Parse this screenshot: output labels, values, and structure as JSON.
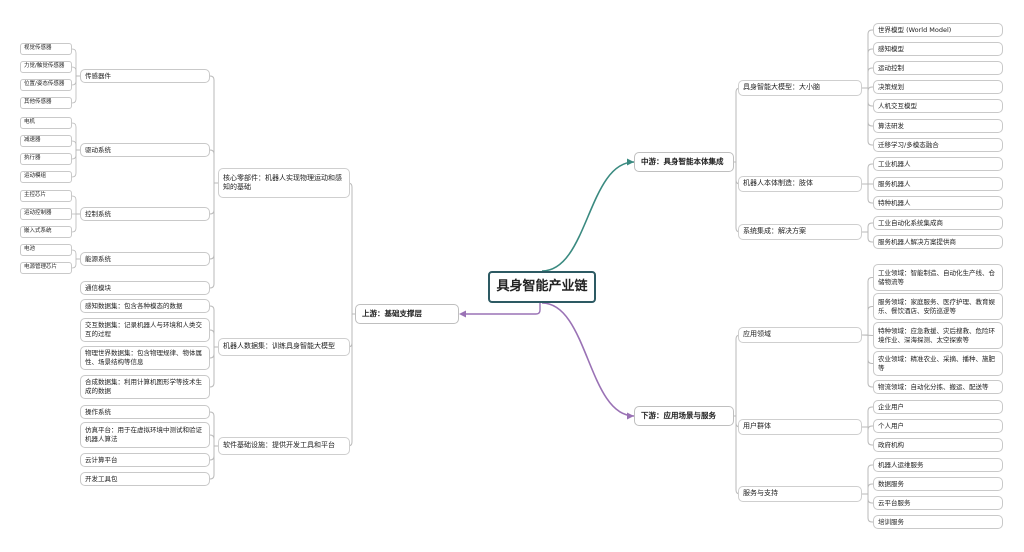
{
  "root": {
    "label": "具身智能产业链"
  },
  "colors": {
    "teal": "#3a8a80",
    "purple": "#9a72b5",
    "line": "#b9b9b9",
    "root_border": "#2d5a63"
  },
  "left": {
    "upstream": {
      "label": "上游：基础支撑层"
    },
    "core_parts": {
      "label": "核心零部件：机器人实现物理运动和感知的基础"
    },
    "sensor": {
      "label": "传感器件",
      "items": [
        "视觉传感器",
        "力觉/触觉传感器",
        "位置/姿态传感器",
        "其他传感器"
      ]
    },
    "drive": {
      "label": "驱动系统",
      "items": [
        "电机",
        "减速器",
        "执行器",
        "运动模组"
      ]
    },
    "control": {
      "label": "控制系统",
      "items": [
        "主控芯片",
        "运动控制器",
        "嵌入式系统"
      ]
    },
    "energy": {
      "label": "能源系统",
      "items": [
        "电池",
        "电源管理芯片"
      ]
    },
    "comm": {
      "label": "通信模块"
    },
    "dataset": {
      "label": "机器人数据集：训练具身智能大模型"
    },
    "dataset_items": [
      "感知数据集：包含各种模态的数据",
      "交互数据集：记录机器人与环境和人类交互的过程",
      "物理世界数据集：包含物理规律、物体属性、场景结构等信息",
      "合成数据集：利用计算机图形学等技术生成的数据"
    ],
    "software": {
      "label": "软件基础设施：提供开发工具和平台"
    },
    "software_items": [
      "操作系统",
      "仿真平台：用于在虚拟环境中测试和验证机器人算法",
      "云计算平台",
      "开发工具包"
    ]
  },
  "right": {
    "midstream": {
      "label": "中游：具身智能本体集成"
    },
    "big_model": {
      "label": "具身智能大模型：大小脑"
    },
    "big_model_items": [
      "世界模型 (World Model)",
      "感知模型",
      "运动控制",
      "决策规划",
      "人机交互模型",
      "算法研发",
      "迁移学习/多模态融合"
    ],
    "body_mfg": {
      "label": "机器人本体制造：肢体"
    },
    "body_mfg_items": [
      "工业机器人",
      "服务机器人",
      "特种机器人"
    ],
    "integration": {
      "label": "系统集成：解决方案"
    },
    "integration_items": [
      "工业自动化系统集成商",
      "服务机器人解决方案提供商"
    ],
    "downstream": {
      "label": "下游：应用场景与服务"
    },
    "apps": {
      "label": "应用领域"
    },
    "apps_items": [
      "工业领域：智能制造、自动化生产线、仓储物流等",
      "服务领域：家庭服务、医疗护理、教育娱乐、餐饮酒店、安防巡逻等",
      "特种领域：应急救援、灾后搜救、危险环境作业、深海探测、太空探索等",
      "农业领域：精准农业、采摘、播种、施肥等",
      "物流领域：自动化分拣、搬运、配送等"
    ],
    "users": {
      "label": "用户群体"
    },
    "users_items": [
      "企业用户",
      "个人用户",
      "政府机构"
    ],
    "services": {
      "label": "服务与支持"
    },
    "services_items": [
      "机器人运维服务",
      "数据服务",
      "云平台服务",
      "培训服务"
    ]
  }
}
